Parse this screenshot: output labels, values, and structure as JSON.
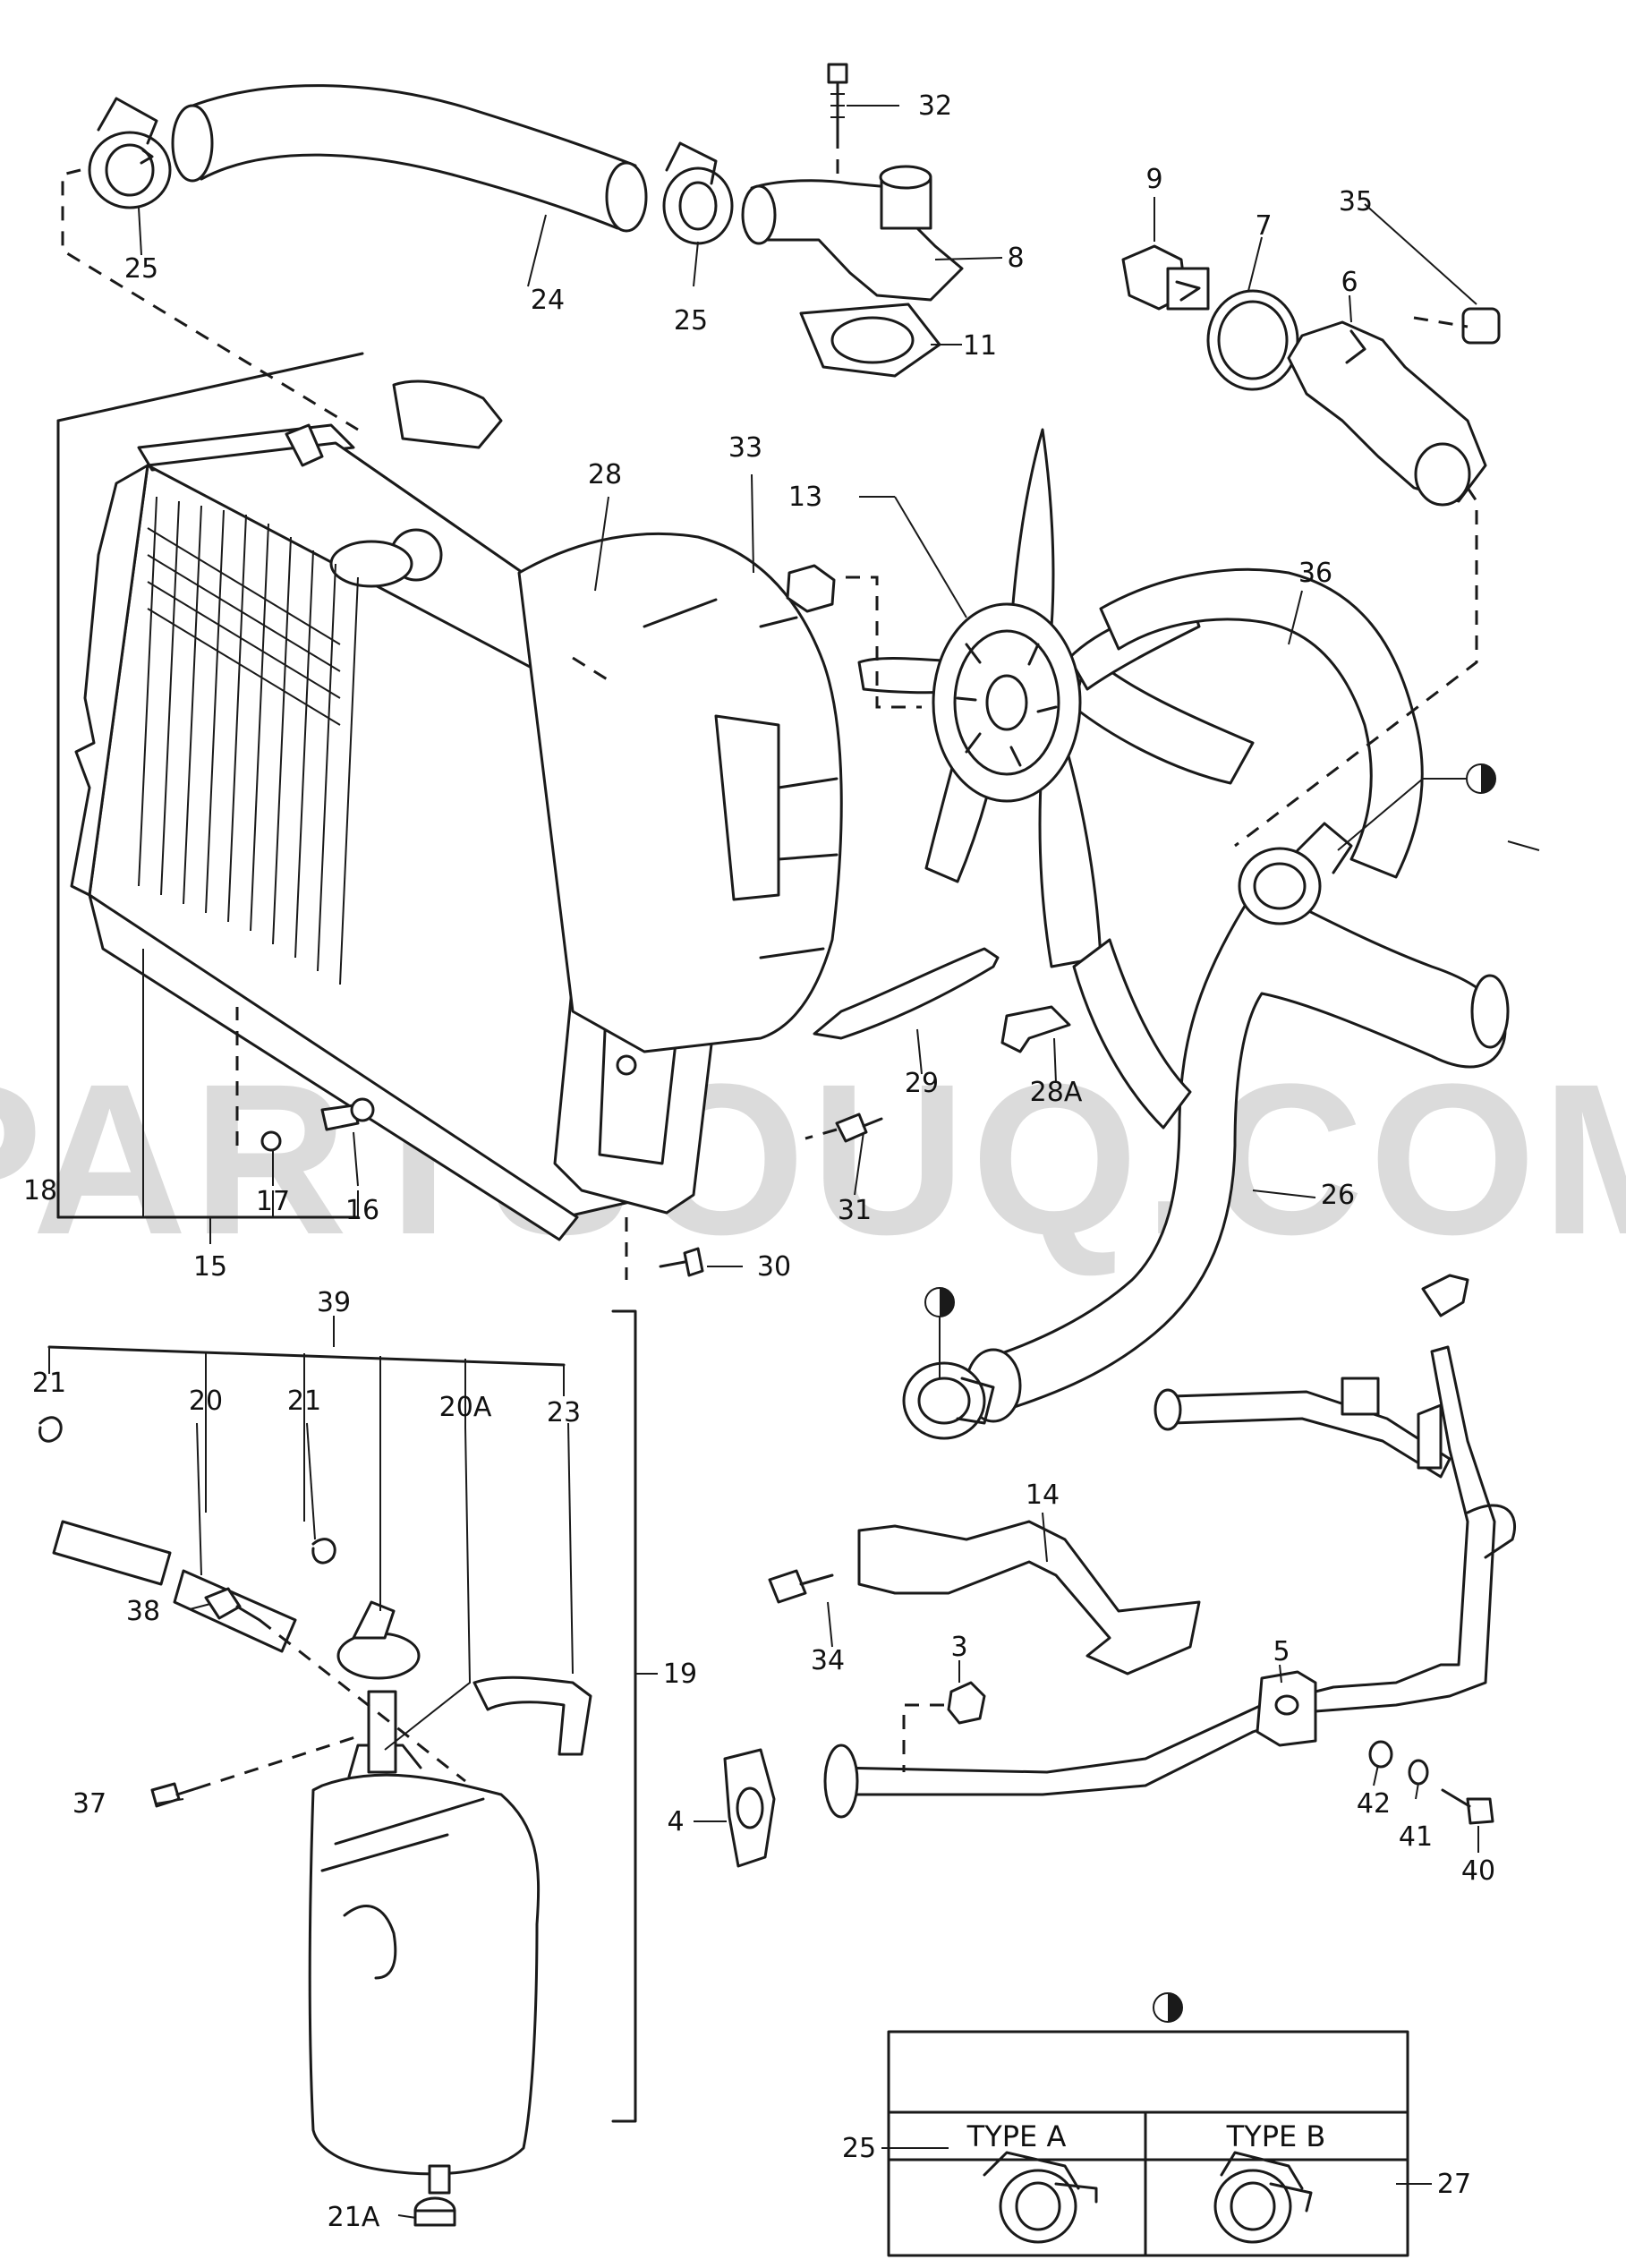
{
  "watermark": "PARTSOUQ.COM",
  "callouts": {
    "p3": "3",
    "p4": "4",
    "p5": "5",
    "p6": "6",
    "p7": "7",
    "p8": "8",
    "p9": "9",
    "p11": "11",
    "p13": "13",
    "p14": "14",
    "p15": "15",
    "p16": "16",
    "p17": "17",
    "p18": "18",
    "p19": "19",
    "p20": "20",
    "p20a": "20A",
    "p21_left": "21",
    "p21_mid": "21",
    "p21a": "21A",
    "p23": "23",
    "p24": "24",
    "p25_left": "25",
    "p25_mid": "25",
    "p25_table": "25",
    "p26": "26",
    "p27": "27",
    "p28": "28",
    "p28a": "28A",
    "p29": "29",
    "p30": "30",
    "p31": "31",
    "p32": "32",
    "p33": "33",
    "p34": "34",
    "p35": "35",
    "p36": "36",
    "p37": "37",
    "p38": "38",
    "p39": "39",
    "p40": "40",
    "p41": "41",
    "p42": "42"
  },
  "type_table": {
    "col_a": "TYPE A",
    "col_b": "TYPE B"
  }
}
